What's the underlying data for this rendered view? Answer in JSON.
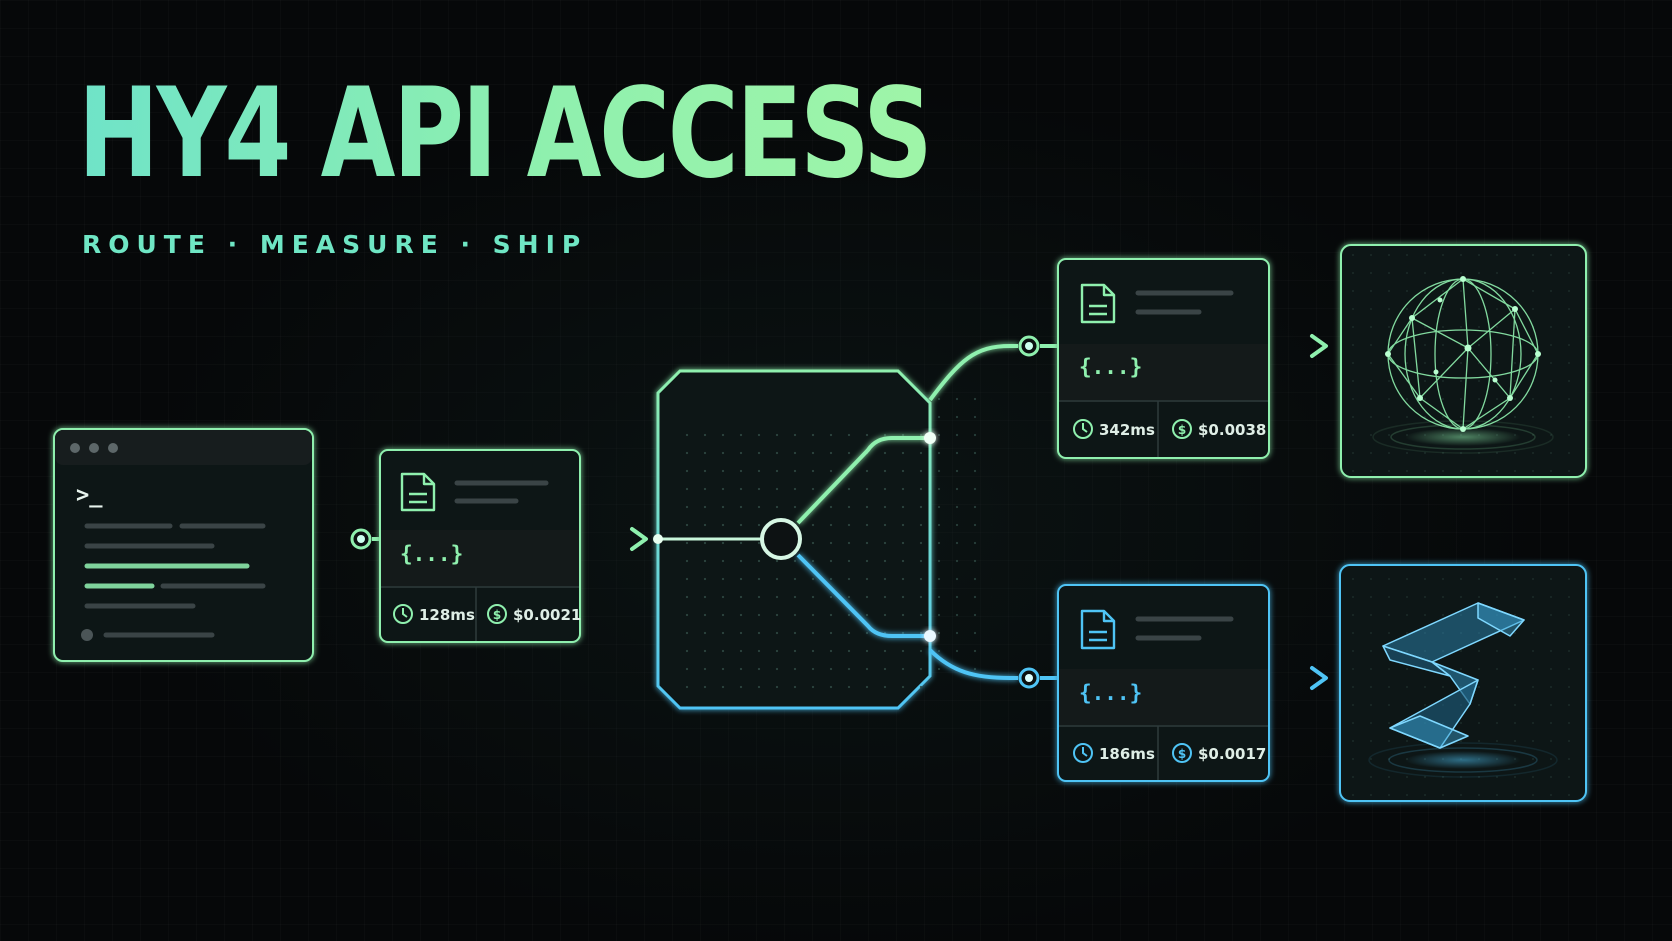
{
  "title": "HY4 API ACCESS",
  "tagline": "ROUTE · MEASURE · SHIP",
  "colors": {
    "green": "#8ff0ae",
    "teal": "#6fe6c4",
    "blue": "#4fc4f5",
    "background": "#060809"
  },
  "terminal": {
    "prompt": ">_",
    "icons": [
      "window-dot-icon",
      "window-dot-icon",
      "window-dot-icon"
    ]
  },
  "request_card": {
    "icon": "document-icon",
    "payload": "{...}",
    "latency": "128ms",
    "cost": "$0.0021",
    "latency_icon": "clock-icon",
    "cost_icon": "dollar-icon"
  },
  "router": {
    "icon": "router-hub-icon"
  },
  "outputs": [
    {
      "icon": "document-icon",
      "payload": "{...}",
      "latency": "342ms",
      "cost": "$0.0038",
      "destination_icon": "wireframe-sphere-icon"
    },
    {
      "icon": "document-icon",
      "payload": "{...}",
      "latency": "186ms",
      "cost": "$0.0017",
      "destination_icon": "folded-ribbon-icon"
    }
  ]
}
